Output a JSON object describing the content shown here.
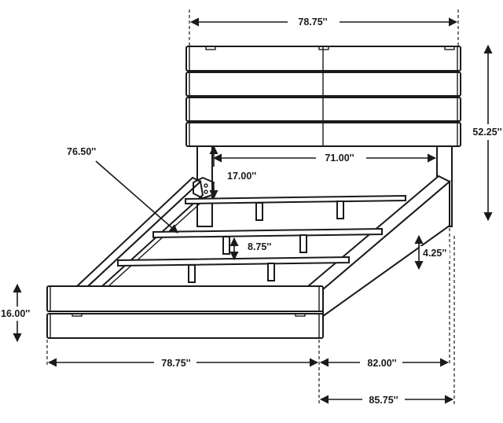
{
  "labels": {
    "headboard_width": "78.75''",
    "headboard_height": "52.25''",
    "inner_width": "71.00''",
    "clearance": "17.00''",
    "diagonal": "76.50''",
    "slat_gap": "8.75''",
    "rail_height": "4.25''",
    "footboard_height": "16.00''",
    "footboard_width": "78.75''",
    "rail_length": "82.00''",
    "overall_length": "85.75''"
  },
  "colors": {
    "line": "#1a1a1a",
    "background": "#ffffff"
  }
}
